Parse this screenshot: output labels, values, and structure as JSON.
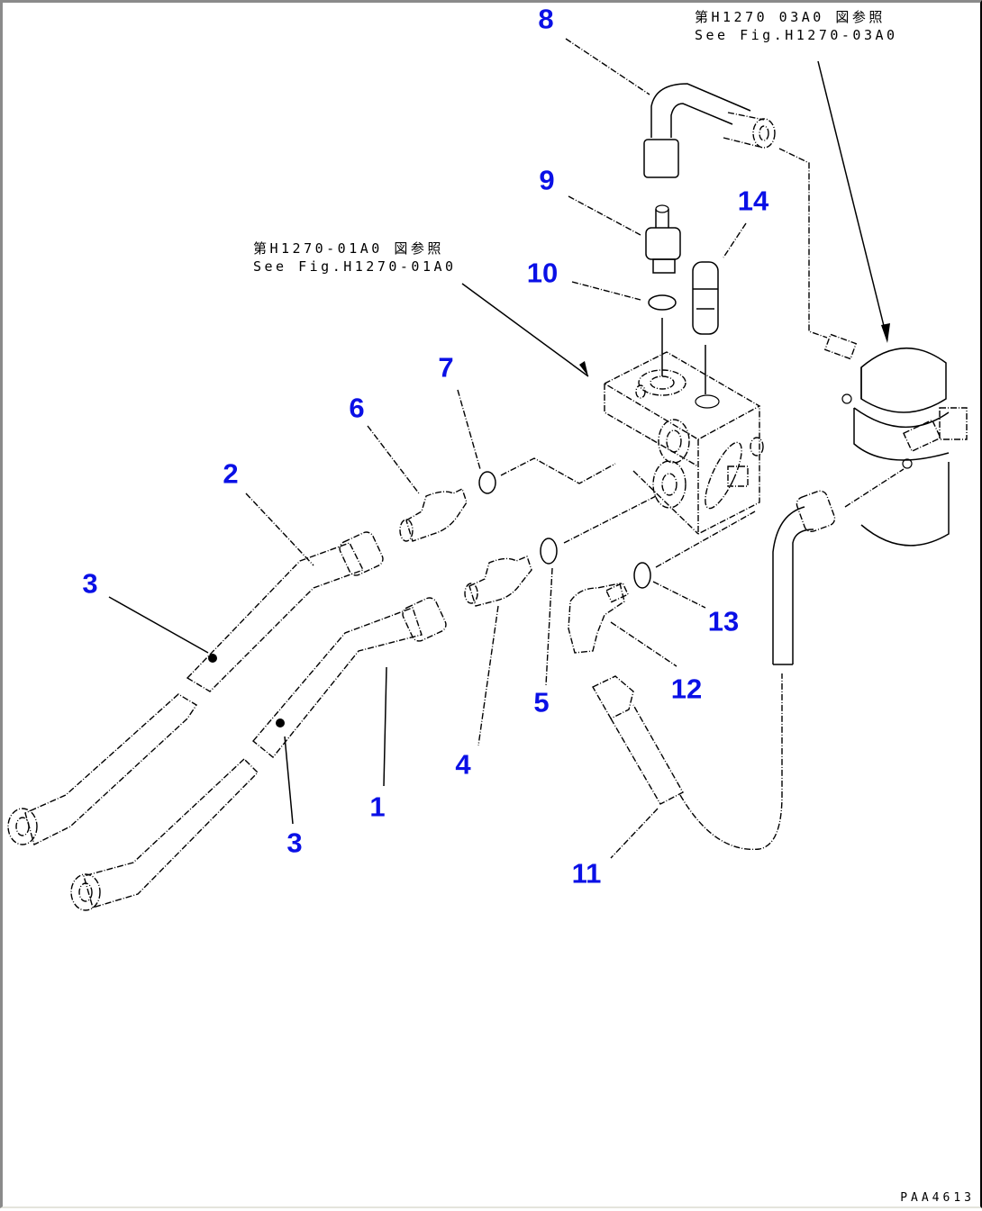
{
  "figure": {
    "drawing_code": "PAA4613",
    "label_color": "#0a10e6",
    "references": [
      {
        "id": "ref-h1270-03a0",
        "japanese": "第H1270 03A0 図参照",
        "english": "See Fig.H1270-03A0"
      },
      {
        "id": "ref-h1270-01a0",
        "japanese": "第H1270-01A0 図参照",
        "english": "See Fig.H1270-01A0"
      }
    ],
    "callouts": [
      {
        "number": "1",
        "part": "hose"
      },
      {
        "number": "2",
        "part": "hose"
      },
      {
        "number": "3",
        "part": "band (upper hose)"
      },
      {
        "number": "3",
        "part": "band (lower hose)"
      },
      {
        "number": "4",
        "part": "connector"
      },
      {
        "number": "5",
        "part": "O-ring"
      },
      {
        "number": "6",
        "part": "connector"
      },
      {
        "number": "7",
        "part": "O-ring"
      },
      {
        "number": "8",
        "part": "tube"
      },
      {
        "number": "9",
        "part": "connector"
      },
      {
        "number": "10",
        "part": "O-ring"
      },
      {
        "number": "11",
        "part": "hose"
      },
      {
        "number": "12",
        "part": "elbow"
      },
      {
        "number": "13",
        "part": "O-ring"
      },
      {
        "number": "14",
        "part": "valve"
      }
    ],
    "components": {
      "valve_block": "valve block (see Fig.H1270-01A0)",
      "filter": "filter assembly (see Fig.H1270-03A0)"
    }
  }
}
